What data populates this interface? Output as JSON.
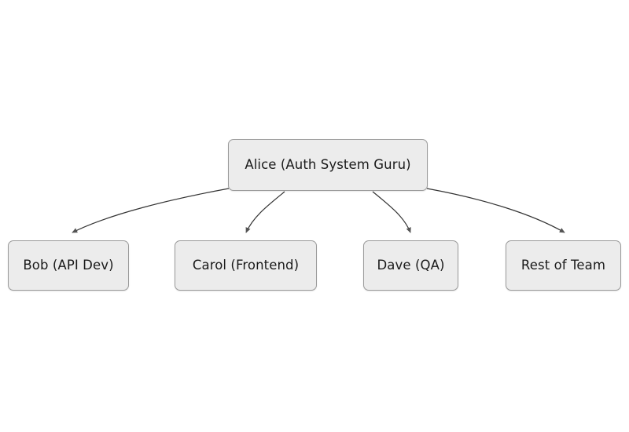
{
  "diagram": {
    "type": "tree",
    "orientation": "top-down",
    "background_color": "#ffffff",
    "node_fill_color": "#ececec",
    "node_border_color": "#9a9a9a",
    "node_text_color": "#1a1a1a",
    "edge_color": "#333333",
    "arrowhead_color": "#555555",
    "root": {
      "id": "alice",
      "label": "Alice (Auth System Guru)"
    },
    "children": [
      {
        "id": "bob",
        "label": "Bob (API Dev)"
      },
      {
        "id": "carol",
        "label": "Carol (Frontend)"
      },
      {
        "id": "dave",
        "label": "Dave (QA)"
      },
      {
        "id": "rest",
        "label": "Rest of Team"
      }
    ],
    "edges": [
      {
        "from": "alice",
        "to": "bob"
      },
      {
        "from": "alice",
        "to": "carol"
      },
      {
        "from": "alice",
        "to": "dave"
      },
      {
        "from": "alice",
        "to": "rest"
      }
    ]
  }
}
